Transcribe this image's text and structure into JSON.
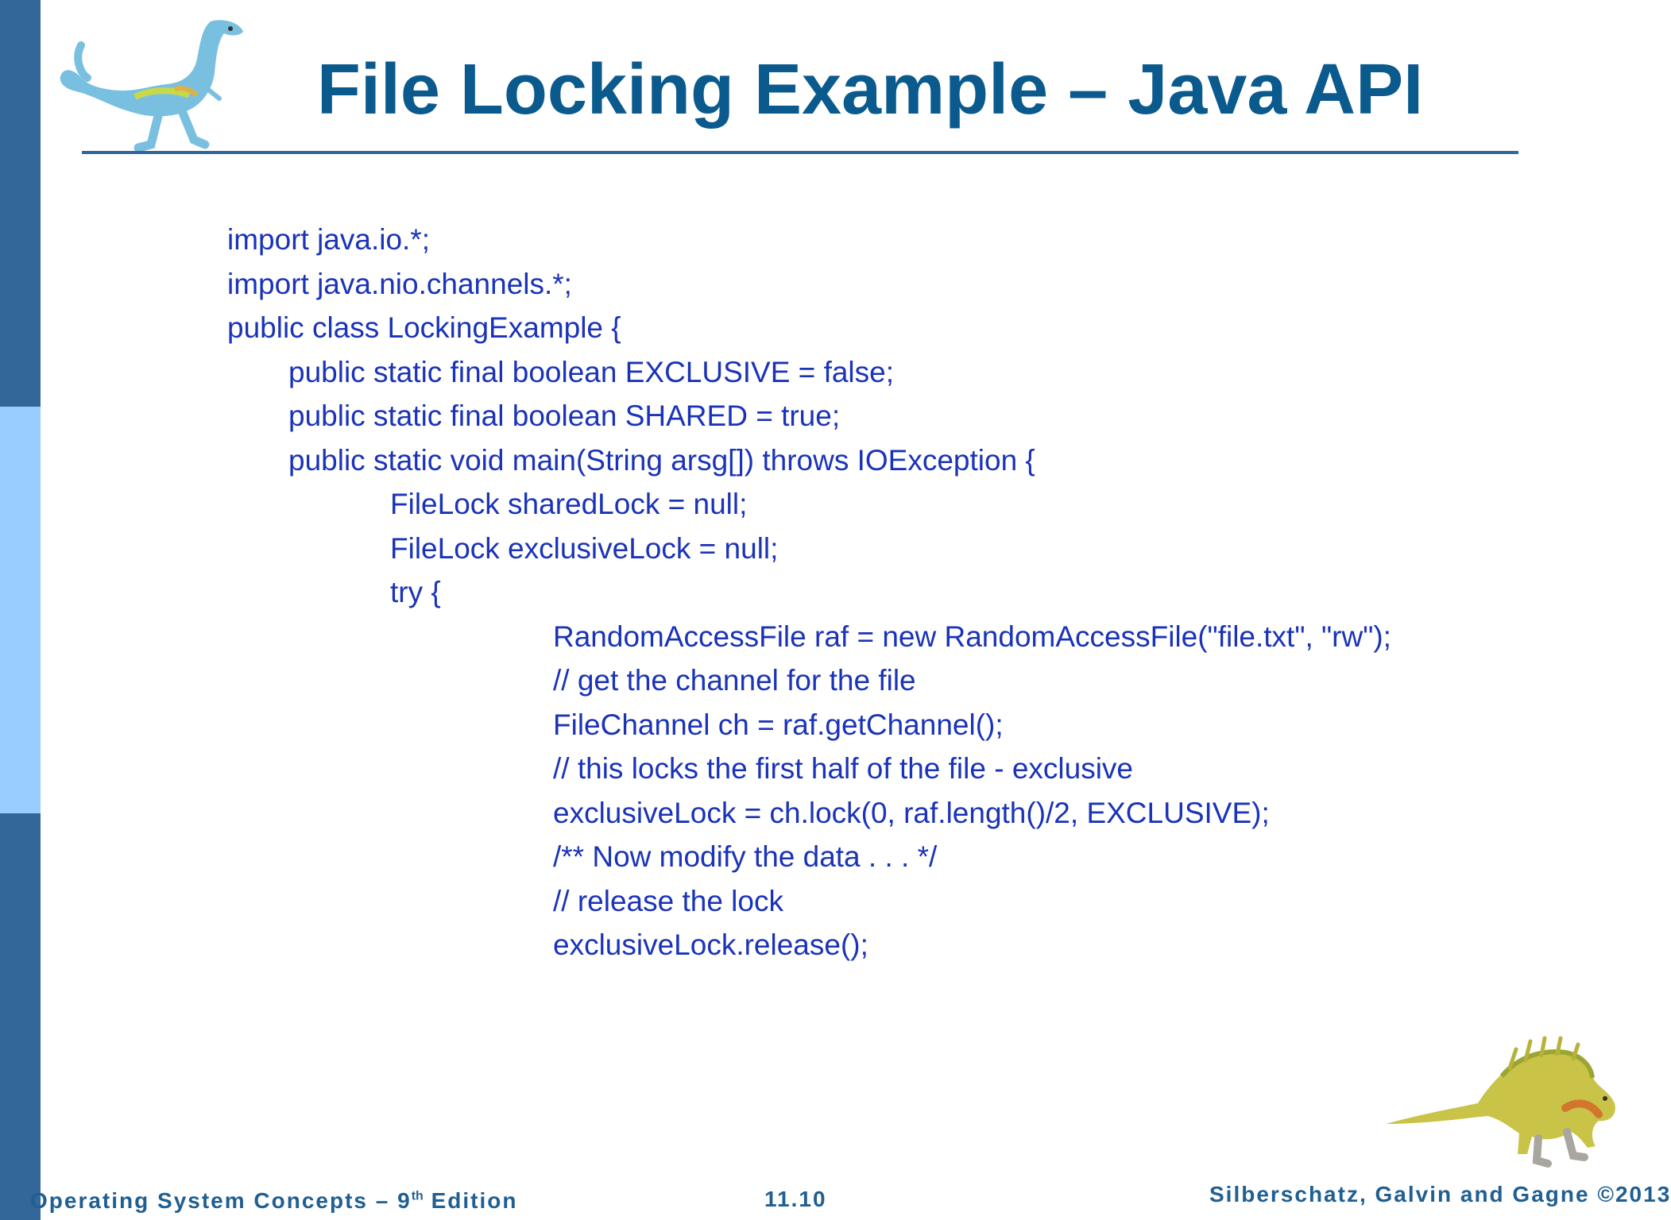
{
  "slide": {
    "title": "File Locking Example – Java API"
  },
  "code": {
    "lines": [
      "import java.io.*;",
      "import java.nio.channels.*;",
      "public class LockingExample {",
      "public static final boolean EXCLUSIVE = false;",
      "public static final boolean SHARED = true;",
      "public static void main(String arsg[]) throws IOException {",
      "FileLock sharedLock = null;",
      "FileLock exclusiveLock = null;",
      "try {",
      "RandomAccessFile raf = new RandomAccessFile(\"file.txt\", \"rw\");",
      "// get the channel for the file",
      "FileChannel ch = raf.getChannel();",
      "// this locks the first half of the file - exclusive",
      "exclusiveLock = ch.lock(0, raf.length()/2, EXCLUSIVE);",
      "/** Now modify the data . . . */",
      "// release the lock",
      "exclusiveLock.release();"
    ]
  },
  "footer": {
    "book": "Operating System Concepts – 9",
    "edition_sup": "th",
    "edition_word": " Edition",
    "page": "11.10",
    "authors": "Silberschatz, Galvin and Gagne ©2013"
  },
  "colors": {
    "title": "#0b5a8e",
    "code": "#1a33b8",
    "sidebar_dark": "#336699",
    "sidebar_light": "#99ccff",
    "footer": "#1f5f92"
  },
  "icons": {
    "top": "dinosaur-icon",
    "bottom": "dinosaur-icon"
  }
}
